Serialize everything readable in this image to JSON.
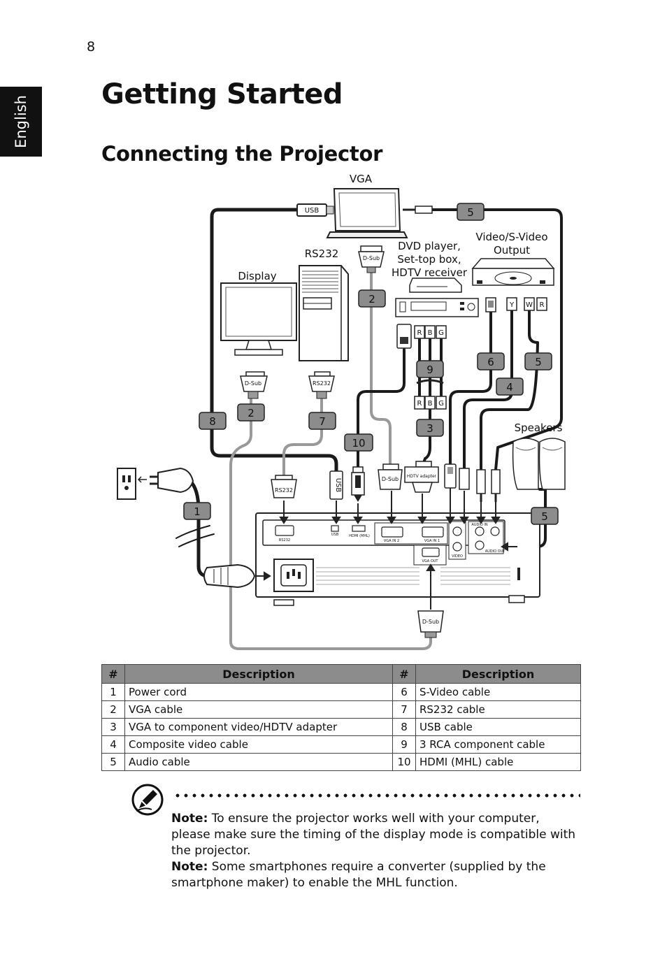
{
  "page": {
    "number": "8",
    "language_tab": "English",
    "title": "Getting Started",
    "subtitle": "Connecting the Projector"
  },
  "diagram": {
    "labels": {
      "vga": "VGA",
      "rs232": "RS232",
      "display": "Display",
      "dvd": [
        "DVD player,",
        "Set-top box,",
        "HDTV receiver"
      ],
      "video_output": [
        "Video/S-Video",
        "Output"
      ],
      "speakers": "Speakers"
    },
    "connector_labels": {
      "usb": "USB",
      "dsub": "D-Sub",
      "rs232": "RS232",
      "hdtv_adapter": "HDTV adapter"
    },
    "rca_letters": [
      "R",
      "B",
      "G"
    ],
    "av_letters": [
      "Y",
      "W",
      "R"
    ],
    "port_labels": {
      "rs232": "RS232",
      "usb": "USB",
      "hdmi": "HDMI (MHL)",
      "vga_in2": "VGA IN 2",
      "vga_in1": "VGA IN 1",
      "vga_out": "VGA OUT",
      "audio_in": "AUDIO IN",
      "audio_out": "AUDIO OUT",
      "video": "VIDEO"
    },
    "badges": [
      "5",
      "2",
      "9",
      "6",
      "5",
      "4",
      "8",
      "2",
      "7",
      "3",
      "10",
      "1",
      "5"
    ]
  },
  "table": {
    "headers": [
      "#",
      "Description",
      "#",
      "Description"
    ],
    "rows": [
      [
        "1",
        "Power cord",
        "6",
        "S-Video cable"
      ],
      [
        "2",
        "VGA cable",
        "7",
        "RS232 cable"
      ],
      [
        "3",
        "VGA to component video/HDTV adapter",
        "8",
        "USB cable"
      ],
      [
        "4",
        "Composite video cable",
        "9",
        "3 RCA component cable"
      ],
      [
        "5",
        "Audio cable",
        "10",
        "HDMI (MHL) cable"
      ]
    ]
  },
  "notes": [
    {
      "label": "Note:",
      "text": " To ensure the projector works well with your computer, please make sure the timing of the display mode is compatible with the projector."
    },
    {
      "label": "Note:",
      "text": " Some smartphones require a converter (supplied by the smartphone maker) to enable the MHL function."
    }
  ]
}
